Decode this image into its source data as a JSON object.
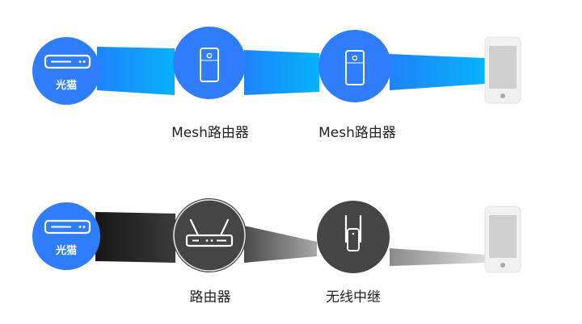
{
  "colors": {
    "modem_blue": "#2f7dfa",
    "beam_blue_start": "#1f83fb",
    "beam_blue_end": "#06b2fb",
    "beam_dark_start": "#1c1c1c",
    "beam_dark_end": "#3a3a3a",
    "beam_gray_start": "#4e4e4e",
    "beam_gray_end": "#d6d6d6",
    "node_dark": "#454545",
    "phone_body": "#f0f0f0",
    "phone_screen": "#cfcfcf"
  },
  "top_row": {
    "modem": {
      "label": "光猫",
      "icon": "modem-icon"
    },
    "node1": {
      "label": "Mesh路由器",
      "icon": "mesh-router-icon"
    },
    "node2": {
      "label": "Mesh路由器",
      "icon": "mesh-router-icon"
    },
    "end": {
      "icon": "phone-icon"
    }
  },
  "bottom_row": {
    "modem": {
      "label": "光猫",
      "icon": "modem-icon"
    },
    "node1": {
      "label": "路由器",
      "icon": "router-icon"
    },
    "node2": {
      "label": "无线中继",
      "icon": "wireless-repeater-icon"
    },
    "end": {
      "icon": "phone-icon"
    }
  }
}
